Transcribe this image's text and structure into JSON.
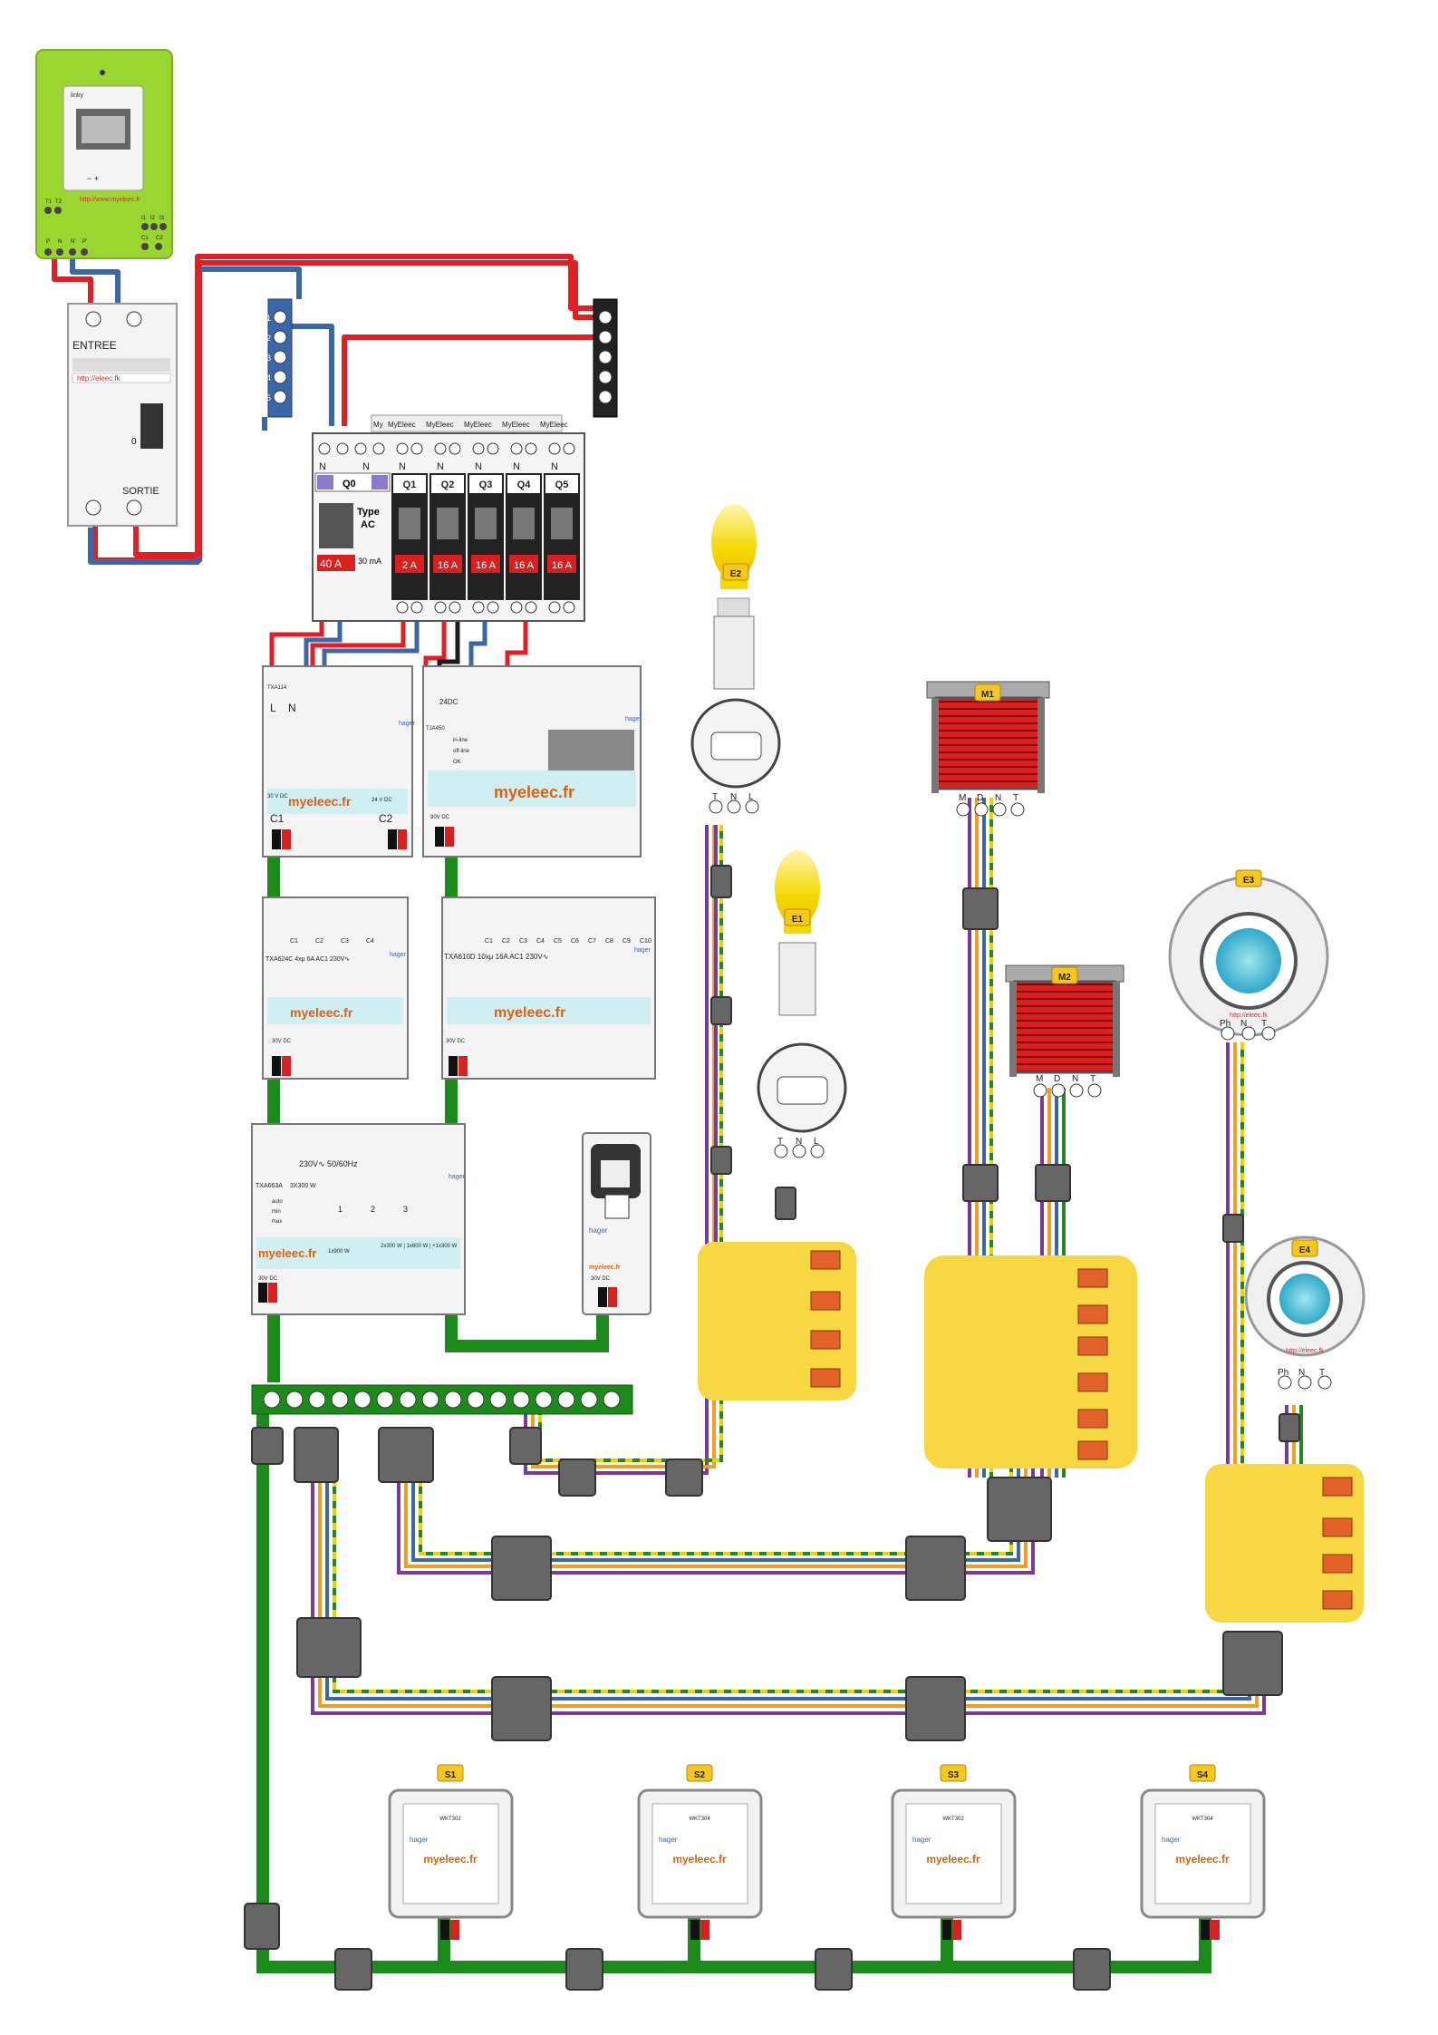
{
  "meter": {
    "brand": "linky",
    "url": "http://www.myeleec.fr",
    "top_terminals": [
      "T1",
      "T2",
      "I1",
      "I2",
      "I3"
    ],
    "bottom_terminals": [
      "P",
      "N",
      "N'",
      "P'",
      "C1",
      "C2"
    ]
  },
  "main_breaker": {
    "label_in": "ENTREE",
    "label_out": "SORTIE",
    "url": "http://eleec.fk"
  },
  "busbar_neutral": {
    "terminals": [
      "1",
      "2",
      "3",
      "4",
      "5"
    ]
  },
  "panel": {
    "brand_tabs": [
      "My",
      "MyEleec",
      "MyEleec",
      "MyEleec",
      "MyEleec",
      "MyEleec"
    ],
    "rcd": {
      "name": "Q0",
      "type": "Type",
      "type_value": "AC",
      "rating": "40 A",
      "sensitivity": "30 mA"
    },
    "breakers": [
      {
        "name": "Q1",
        "rating": "2 A"
      },
      {
        "name": "Q2",
        "rating": "16 A"
      },
      {
        "name": "Q3",
        "rating": "16 A"
      },
      {
        "name": "Q4",
        "rating": "16 A"
      },
      {
        "name": "Q5",
        "rating": "16 A"
      }
    ],
    "n_label": "N"
  },
  "modules": {
    "power_supply": {
      "ref": "TXA114",
      "terminals_top": [
        "L",
        "N"
      ],
      "bus_left": "C1",
      "bus_right": "C2",
      "brand": "myeleec.fr",
      "hager": "hager",
      "v1": "30 V DC",
      "v2": "24 V DC"
    },
    "gateway": {
      "ref": "TJA450",
      "v": "24DC",
      "brand": "myeleec.fr",
      "hager": "hager",
      "v_bus": "30V DC",
      "leds": [
        "in-line",
        "off-line",
        "OK"
      ]
    },
    "switch4": {
      "ref": "TXA624C  4xμ 6A AC1 230V∿",
      "brand": "myeleec.fr",
      "hager": "hager",
      "v_bus": "30V DC",
      "channels": [
        "C1",
        "C2",
        "C3",
        "C4"
      ]
    },
    "switch10": {
      "ref": "TXA610D  10xμ  16A AC1 230V∿",
      "brand": "myeleec.fr",
      "hager": "hager",
      "v_bus": "30V DC",
      "channels": [
        "C1",
        "C2",
        "C3",
        "C4",
        "C5",
        "C6",
        "C7",
        "C8",
        "C9",
        "C10"
      ]
    },
    "dimmer": {
      "ref": "TXA663A",
      "power": "3X300 W",
      "supply": "230V∿ 50/60Hz",
      "brand": "myeleec.fr",
      "hager": "hager",
      "v_bus": "30V DC",
      "modes": [
        "auto",
        "min",
        "max"
      ],
      "channels": [
        "1",
        "2",
        "3"
      ],
      "power_note": "1x900 W",
      "power_note2": "2x300 W | 1x600 W | +1x300 W"
    },
    "usb_interface": {
      "hager": "hager",
      "brand": "myeleec.fr",
      "v_bus": "30V DC"
    }
  },
  "lamps": {
    "E1": {
      "label": "E1",
      "terminals": [
        "T",
        "N",
        "L"
      ]
    },
    "E2": {
      "label": "E2",
      "terminals": [
        "T",
        "N",
        "L"
      ]
    },
    "E3": {
      "label": "E3",
      "terminals": [
        "Ph",
        "N",
        "T"
      ],
      "url": "http://eleec.fk"
    },
    "E4": {
      "label": "E4",
      "terminals": [
        "Ph",
        "N",
        "T"
      ],
      "url": "http://eleec.fk"
    }
  },
  "motors": {
    "M1": {
      "label": "M1",
      "terminals": [
        "M",
        "D",
        "N",
        "T"
      ]
    },
    "M2": {
      "label": "M2",
      "terminals": [
        "M",
        "D",
        "N",
        "T"
      ]
    }
  },
  "switches": [
    {
      "label": "S1",
      "ref": "WKT302",
      "hager": "hager",
      "brand": "myeleec.fr"
    },
    {
      "label": "S2",
      "ref": "WKT304",
      "hager": "hager",
      "brand": "myeleec.fr"
    },
    {
      "label": "S3",
      "ref": "WKT302",
      "hager": "hager",
      "brand": "myeleec.fr"
    },
    {
      "label": "S4",
      "ref": "WKT304",
      "hager": "hager",
      "brand": "myeleec.fr"
    }
  ],
  "colors": {
    "phase": "#e31e24",
    "neutral": "#3a67a8",
    "earth_green": "#1f8a1f",
    "earth_yellow": "#f0d000",
    "bus_green": "#1c8b1c",
    "purple": "#7a3a9a",
    "orange": "#f0a020",
    "box_yellow": "#f7d843"
  }
}
